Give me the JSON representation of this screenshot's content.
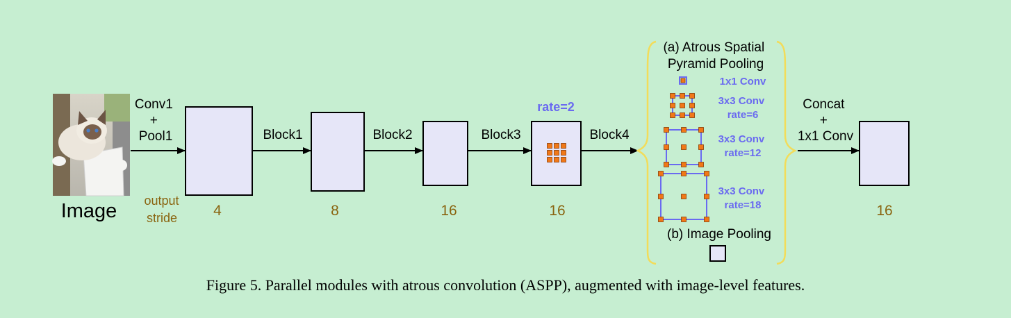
{
  "input": {
    "label": "Image"
  },
  "stages": [
    {
      "op": "Conv1\n+\nPool1",
      "stride": "4"
    },
    {
      "op": "Block1",
      "stride": "8"
    },
    {
      "op": "Block2",
      "stride": "16"
    },
    {
      "op": "Block3",
      "stride": "16",
      "rate": "rate=2"
    },
    {
      "op": "Block4"
    }
  ],
  "output_stride_label": "output\nstride",
  "aspp": {
    "title": "(a) Atrous Spatial\nPyramid Pooling",
    "branches": [
      {
        "label": "1x1 Conv"
      },
      {
        "label": "3x3 Conv\nrate=6"
      },
      {
        "label": "3x3 Conv\nrate=12"
      },
      {
        "label": "3x3 Conv\nrate=18"
      }
    ],
    "image_pooling": "(b) Image Pooling"
  },
  "output": {
    "op": "Concat\n+\n1x1 Conv",
    "stride": "16"
  },
  "caption": "Figure 5. Parallel modules with atrous convolution (ASPP), augmented with image-level features.",
  "colors": {
    "background": "#c6eed1",
    "feature_fill": "#e6e6f8",
    "kernel_dot": "#f07818",
    "kernel_box": "#6a6af0",
    "stride_text": "#8a6410",
    "brace": "#f2dc5a"
  },
  "icons": {
    "input_image": "cat-photo"
  }
}
